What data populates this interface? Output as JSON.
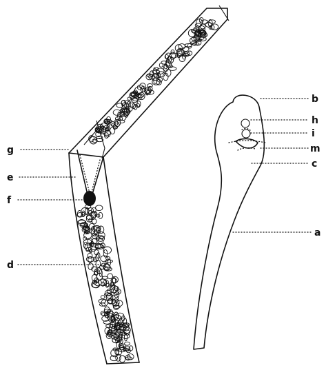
{
  "labels": {
    "a": "a",
    "b": "b",
    "c": "c",
    "d": "d",
    "e": "e",
    "f": "f",
    "g": "g",
    "h": "h",
    "i": "i",
    "m": "m"
  }
}
